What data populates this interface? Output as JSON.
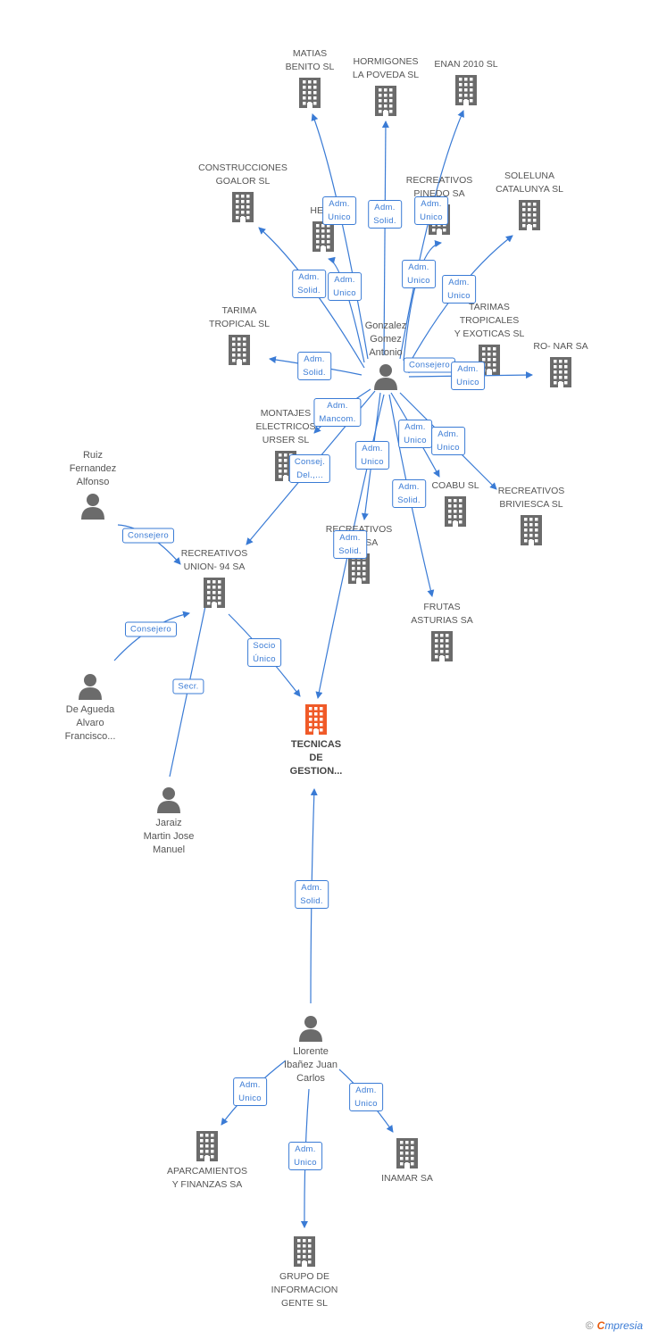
{
  "colors": {
    "edge": "#3a7bd5",
    "company": "#6b6b6b",
    "focus": "#f05a28",
    "person": "#6b6b6b"
  },
  "nodes": [
    {
      "id": "matias",
      "type": "company",
      "label": "MATIAS\nBENITO SL"
    },
    {
      "id": "hormigones",
      "type": "company",
      "label": "HORMIGONES\nLA POVEDA SL"
    },
    {
      "id": "enan",
      "type": "company",
      "label": "ENAN 2010 SL"
    },
    {
      "id": "construcciones",
      "type": "company",
      "label": "CONSTRUCCIONES\nGOALOR SL"
    },
    {
      "id": "hear",
      "type": "company",
      "label": "HEAR"
    },
    {
      "id": "pinedo",
      "type": "company",
      "label": "RECREATIVOS\nPINEDO SA"
    },
    {
      "id": "soleluna",
      "type": "company",
      "label": "SOLELUNA\nCATALUNYA SL"
    },
    {
      "id": "tarima_tropical",
      "type": "company",
      "label": "TARIMA\nTROPICAL SL"
    },
    {
      "id": "tarimas_tropicales",
      "type": "company",
      "label": "TARIMAS\nTROPICALES\nY EXOTICAS SL"
    },
    {
      "id": "ronar",
      "type": "company",
      "label": "RO- NAR SA"
    },
    {
      "id": "montajes",
      "type": "company",
      "label": "MONTAJES\nELECTRICOS\nURSER SL"
    },
    {
      "id": "coabu",
      "type": "company",
      "label": "COABU SL"
    },
    {
      "id": "brivesca",
      "type": "company",
      "label": "RECREATIVOS\nBRIVIESCA SL"
    },
    {
      "id": "recreativos_b",
      "type": "company",
      "label": "RECREATIVOS\nB... S SA"
    },
    {
      "id": "frutas",
      "type": "company",
      "label": "FRUTAS\nASTURIAS SA"
    },
    {
      "id": "union94",
      "type": "company",
      "label": "RECREATIVOS\nUNION- 94 SA"
    },
    {
      "id": "tecnicas",
      "type": "focus",
      "label": "TECNICAS\nDE\nGESTION..."
    },
    {
      "id": "aparcamientos",
      "type": "company",
      "label": "APARCAMIENTOS\nY FINANZAS SA"
    },
    {
      "id": "inamar",
      "type": "company",
      "label": "INAMAR SA"
    },
    {
      "id": "grupo",
      "type": "company",
      "label": "GRUPO DE\nINFORMACION\nGENTE SL"
    },
    {
      "id": "gonzalez",
      "type": "person",
      "label": "Gonzalez\nGomez\nAntonio"
    },
    {
      "id": "ruiz",
      "type": "person",
      "label": "Ruiz\nFernandez\nAlfonso"
    },
    {
      "id": "deagueda",
      "type": "person",
      "label": "De Agueda\nAlvaro\nFrancisco..."
    },
    {
      "id": "jaraiz",
      "type": "person",
      "label": "Jaraiz\nMartin Jose\nManuel"
    },
    {
      "id": "llorente",
      "type": "person",
      "label": "Llorente\nIbañez Juan\nCarlos"
    }
  ],
  "edges": [
    {
      "from": "gonzalez",
      "to": "matias",
      "label": "Adm.\nUnico"
    },
    {
      "from": "gonzalez",
      "to": "hormigones",
      "label": "Adm.\nSolid."
    },
    {
      "from": "gonzalez",
      "to": "enan",
      "label": "Adm.\nUnico"
    },
    {
      "from": "gonzalez",
      "to": "construcciones",
      "label": "Adm.\nSolid."
    },
    {
      "from": "gonzalez",
      "to": "hear",
      "label": "Adm.\nUnico"
    },
    {
      "from": "gonzalez",
      "to": "pinedo",
      "label": "Adm.\nUnico"
    },
    {
      "from": "gonzalez",
      "to": "soleluna",
      "label": "Adm.\nUnico"
    },
    {
      "from": "gonzalez",
      "to": "tarima_tropical",
      "label": "Adm.\nSolid."
    },
    {
      "from": "gonzalez",
      "to": "tarimas_tropicales",
      "label": "Consejero"
    },
    {
      "from": "gonzalez",
      "to": "ronar",
      "label": "Adm.\nUnico"
    },
    {
      "from": "gonzalez",
      "to": "montajes",
      "label": "Adm.\nMancom."
    },
    {
      "from": "gonzalez",
      "to": "union94",
      "label": "Consej.\nDel.,..."
    },
    {
      "from": "gonzalez",
      "to": "recreativos_b",
      "label": "Adm.\nUnico"
    },
    {
      "from": "gonzalez",
      "to": "coabu",
      "label": "Adm.\nUnico"
    },
    {
      "from": "gonzalez",
      "to": "brivesca",
      "label": "Adm.\nUnico"
    },
    {
      "from": "gonzalez",
      "to": "frutas",
      "label": "Adm.\nSolid."
    },
    {
      "from": "gonzalez",
      "to": "tecnicas",
      "label": "Adm.\nSolid."
    },
    {
      "from": "ruiz",
      "to": "union94",
      "label": "Consejero"
    },
    {
      "from": "deagueda",
      "to": "union94",
      "label": "Consejero"
    },
    {
      "from": "jaraiz",
      "to": "union94",
      "label": "Secr."
    },
    {
      "from": "union94",
      "to": "tecnicas",
      "label": "Socio\nÚnico"
    },
    {
      "from": "llorente",
      "to": "tecnicas",
      "label": "Adm.\nSolid."
    },
    {
      "from": "llorente",
      "to": "aparcamientos",
      "label": "Adm.\nUnico"
    },
    {
      "from": "llorente",
      "to": "grupo",
      "label": "Adm.\nUnico"
    },
    {
      "from": "llorente",
      "to": "inamar",
      "label": "Adm.\nUnico"
    }
  ],
  "footer": {
    "copyright": "©",
    "brand_first": "C",
    "brand_rest": "mpresia"
  }
}
